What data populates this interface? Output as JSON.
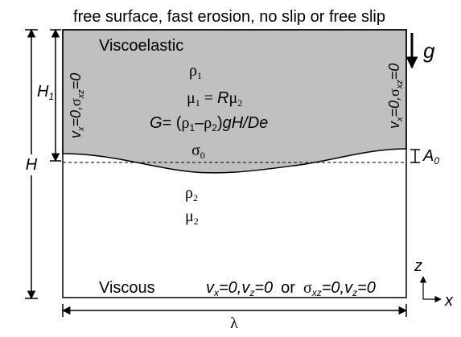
{
  "top_boundary": "free surface, fast erosion, no slip or free slip",
  "upper_layer": {
    "name": "Viscoelastic",
    "density": "ρ",
    "density_sub": "1",
    "viscosity_mu": "μ",
    "viscosity_sub1": "1",
    "viscosity_eq": " = ",
    "viscosity_R": "R",
    "viscosity_mu2": "μ",
    "viscosity_sub2": "2",
    "shear_G": "G",
    "shear_eq": "= (",
    "shear_rho1": "ρ",
    "shear_rho1_sub": "1",
    "shear_minus": "–",
    "shear_rho2": "ρ",
    "shear_rho2_sub": "2",
    "shear_close": ")",
    "shear_tail": "gH/De",
    "stress_sigma": "σ",
    "stress_sub": "0"
  },
  "lower_layer": {
    "name": "Viscous",
    "density": "ρ",
    "density_sub": "2",
    "viscosity": "μ",
    "viscosity_sub": "2"
  },
  "side_bc": {
    "vx": "v",
    "vx_sub": "x",
    "eq0a": "=0,",
    "sigma": "σ",
    "sigma_sub": "xz",
    "eq0b": "=0"
  },
  "bottom_bc": {
    "v1": "v",
    "v1_sub": "x",
    "t1": "=0,",
    "v2": "v",
    "v2_sub": "z",
    "t2": "=0",
    "or": "or",
    "s1": "σ",
    "s1_sub": "xz",
    "t3": "=0,",
    "v3": "v",
    "v3_sub": "z",
    "t4": "=0"
  },
  "dimensions": {
    "H": "H",
    "H1": "H",
    "H1_sub": "1",
    "A0": "A",
    "A0_sub": "0",
    "lambda": "λ"
  },
  "gravity": "g",
  "axes": {
    "z": "z",
    "x": "x"
  },
  "colors": {
    "upper_fill": "#c0c0c0",
    "line": "#000000",
    "background": "#ffffff"
  }
}
